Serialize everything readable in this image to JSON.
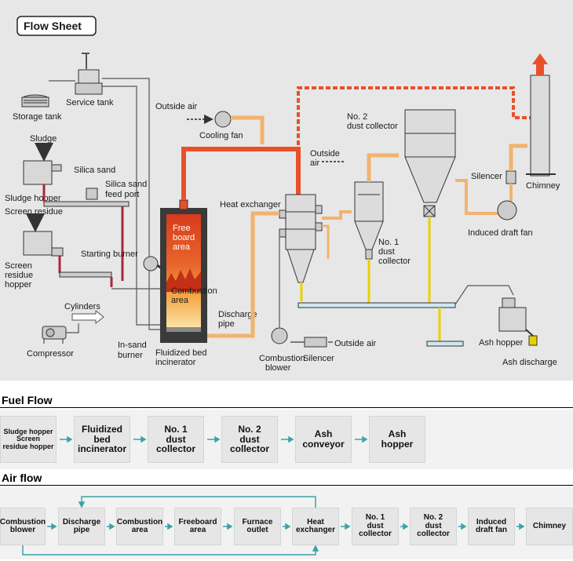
{
  "flow_sheet": {
    "title": "Flow Sheet",
    "labels": {
      "storage_tank": "Storage tank",
      "service_tank": "Service tank",
      "sludge": "Sludge",
      "sludge_hopper": "Sludge hopper",
      "silica_sand": "Silica sand",
      "silica_sand_feed_port_1": "Silica sand",
      "silica_sand_feed_port_2": "feed port",
      "screen_residue": "Screen residue",
      "screen_residue_hopper_1": "Screen",
      "screen_residue_hopper_2": "residue",
      "screen_residue_hopper_3": "hopper",
      "starting_burner": "Starting burner",
      "cylinders": "Cylinders",
      "compressor": "Compressor",
      "in_sand_burner_1": "In-sand",
      "in_sand_burner_2": "burner",
      "outside_air_top": "Outside air",
      "cooling_fan": "Cooling fan",
      "free_board_1": "Free",
      "free_board_2": "board",
      "free_board_3": "area",
      "combustion_area_1": "Combustion",
      "combustion_area_2": "area",
      "discharge_pipe_1": "Discharge",
      "discharge_pipe_2": "pipe",
      "fluidized_bed_1": "Fluidized bed",
      "fluidized_bed_2": "incinerator",
      "heat_exchanger": "Heat exchanger",
      "combustion_blower_1": "Combustion",
      "combustion_blower_2": "blower",
      "silencer_bottom": "Silencer",
      "outside_air_bottom": "Outside air",
      "no2_dust_collector_1": "No. 2",
      "no2_dust_collector_2": "dust collector",
      "outside_air_mid_1": "Outside",
      "outside_air_mid_2": "air",
      "no1_dust_collector_1": "No. 1",
      "no1_dust_collector_2": "dust",
      "no1_dust_collector_3": "collector",
      "silencer_right": "Silencer",
      "chimney": "Chimney",
      "induced_draft_fan": "Induced draft fan",
      "ash_hopper": "Ash hopper",
      "ash_discharge": "Ash discharge"
    }
  },
  "fuel_flow": {
    "title": "Fuel Flow",
    "steps": [
      "Sludge hopper\nScreen\nresidue hopper",
      "Fluidized\nbed\nincinerator",
      "No. 1\ndust\ncollector",
      "No. 2\ndust\ncollector",
      "Ash\nconveyor",
      "Ash\nhopper"
    ]
  },
  "air_flow": {
    "title": "Air flow",
    "steps": [
      "Combustion\nblower",
      "Discharge\npipe",
      "Combustion\narea",
      "Freeboard\narea",
      "Furnace\noutlet",
      "Heat\nexchanger",
      "No. 1\ndust\ncollector",
      "No. 2\ndust\ncollector",
      "Induced\ndraft fan",
      "Chimney"
    ]
  },
  "colors": {
    "flue_gas": "#e8502a",
    "heated_air": "#f2b36e",
    "ash_line": "#e8d000",
    "fuel_line": "#a8273a",
    "arrow_teal": "#3aa3a7",
    "box_bg": "#e6e6e6"
  }
}
